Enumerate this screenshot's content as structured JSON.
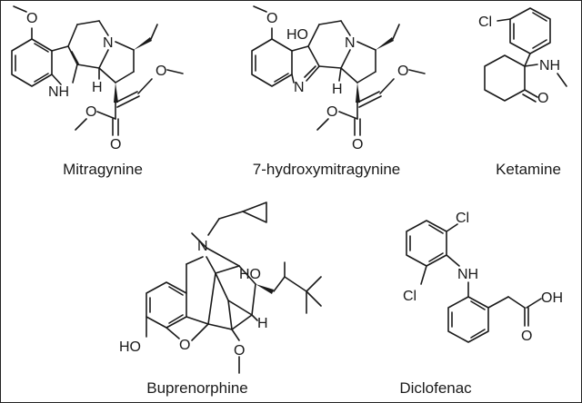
{
  "compounds": [
    {
      "name": "Mitragynine",
      "atoms": {
        "o": "O",
        "nh": "NH",
        "n": "N",
        "h": "H",
        "o2": "O",
        "o3": "O",
        "o4": "O"
      }
    },
    {
      "name": "7-hydroxymitragynine",
      "atoms": {
        "o": "O",
        "ho": "HO",
        "n1": "N",
        "n2": "N",
        "h": "H",
        "o2": "O",
        "o3": "O",
        "o4": "O"
      }
    },
    {
      "name": "Ketamine",
      "atoms": {
        "cl": "Cl",
        "nh": "NH",
        "o": "O"
      }
    },
    {
      "name": "Buprenorphine",
      "atoms": {
        "n": "N",
        "ho": "HO",
        "o": "O",
        "h": "H",
        "ho2": "HO",
        "o2": "O"
      }
    },
    {
      "name": "Diclofenac",
      "atoms": {
        "cl1": "Cl",
        "nh": "NH",
        "cl2": "Cl",
        "o": "O",
        "oh": "OH"
      }
    }
  ]
}
